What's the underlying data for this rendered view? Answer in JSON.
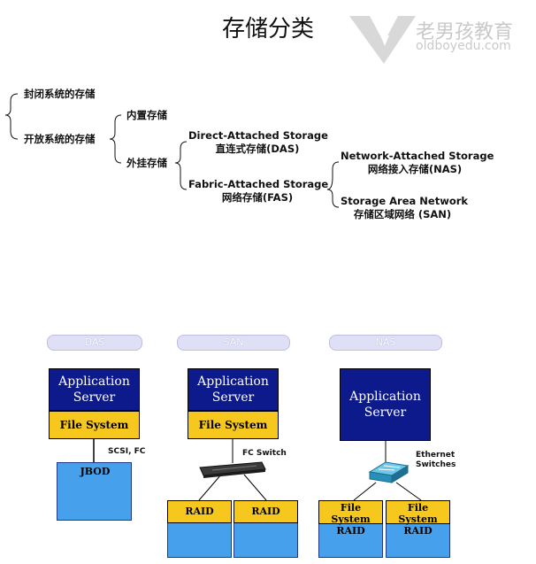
{
  "title": "存储分类",
  "watermark": {
    "brand": "老男孩教育",
    "url": "oldboyedu.com"
  },
  "tree": {
    "closed": "封闭系统的存储",
    "open": "开放系统的存储",
    "internal": "内置存储",
    "external": "外挂存储",
    "das_en": "Direct-Attached Storage",
    "das_cn": "直连式存储(DAS)",
    "fas_en": "Fabric-Attached Storage",
    "fas_cn": "网络存储(FAS)",
    "nas_en": "Network-Attached Storage",
    "nas_cn": "网络接入存储(NAS)",
    "san_en": "Storage Area Network",
    "san_cn": "存储区域网络 (SAN)"
  },
  "diagram": {
    "das": {
      "pill": "DAS",
      "app": "Application Server",
      "fs": "File System",
      "link": "SCSI, FC",
      "storage": "JBOD"
    },
    "san": {
      "pill": "SAN",
      "app": "Application Server",
      "fs": "File System",
      "switch": "FC Switch",
      "raid1": "RAID",
      "raid2": "RAID"
    },
    "nas": {
      "pill": "NAS",
      "app": "Application Server",
      "switch": "Ethernet Switches",
      "nas1_fs": "File System",
      "nas1_raid": "RAID",
      "nas2_fs": "File System",
      "nas2_raid": "RAID"
    }
  },
  "colors": {
    "app_server": "#0d1a8c",
    "file_system": "#f6c81e",
    "storage": "#46a0ec",
    "disk": "#2bb3a3",
    "pill": "#dfe0f6"
  }
}
